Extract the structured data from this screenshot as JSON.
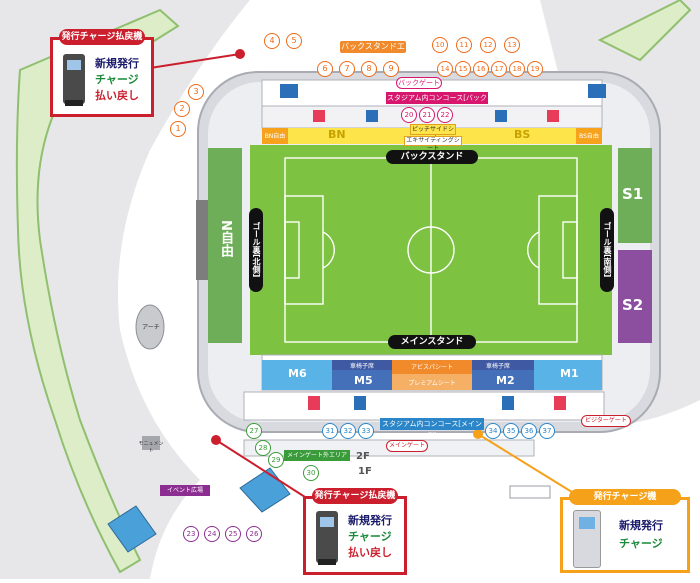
{
  "colors": {
    "orange_label": "#ee6a18",
    "green_label": "#3a9b3a",
    "blue_label": "#2a86c9",
    "magenta_label": "#d6176d",
    "red": "#cc1f2d",
    "orange_frame": "#f5a11a",
    "field": "#7dc241",
    "yellow_stand": "#fde44b",
    "green_stand": "#6fae59",
    "purple_stand": "#8c4e9f",
    "blue_stand": "#2e8fd6",
    "gray_ground": "#e7e7e9"
  },
  "kiosk_top_left": {
    "title": "発行チャージ払戻機",
    "line1": "新規発行",
    "line2": "チャージ",
    "line3": "払い戻し",
    "icon": "ticket-machine-icon"
  },
  "kiosk_bottom_center": {
    "title": "発行チャージ払戻機",
    "line1": "新規発行",
    "line2": "チャージ",
    "line3": "払い戻し",
    "icon": "ticket-machine-icon"
  },
  "kiosk_bottom_right": {
    "title": "発行チャージ機",
    "line1": "新規発行",
    "line2": "チャージ",
    "icon": "ticket-machine-icon"
  },
  "labels": {
    "back_stand_area": "バックスタンドエリア",
    "back_gate": "バックゲート",
    "concourse_back": "スタジアム内コンコース[バック側]",
    "pitch_side_seat": "ピッチサイドシート",
    "excitement_seat": "エキサイティングシート",
    "back_stand": "バックスタンド",
    "main_stand": "メインスタンド",
    "goal_north": "ゴール裏[北側]",
    "goal_south": "ゴール裏[南側]",
    "n_free": "N自由",
    "bn": "BN",
    "bs": "BS",
    "bn_free": "BN自由",
    "bs_free": "BS自由",
    "s1": "S1",
    "s2": "S2",
    "m6": "M6",
    "m5": "M5",
    "m2": "M2",
    "m1": "M1",
    "wheelchair_left": "車椅子席",
    "wheelchair_right": "車椅子席",
    "avispa_seat": "アビスパシート",
    "premium_seat": "プレミアムシート",
    "concourse_main": "スタジアム内コンコース[メイン側]",
    "visitor_gate": "ビジターゲート",
    "main_gate": "メインゲート",
    "main_gate_outside": "メインゲート外エリア",
    "floor2": "2F",
    "floor1": "1F",
    "arch": "アーチ",
    "monument": "モニュメント",
    "event_plaza": "イベント広場"
  },
  "spots": {
    "n1": "1",
    "n2": "2",
    "n3": "3",
    "n4": "4",
    "n5": "5",
    "n6": "6",
    "n7": "7",
    "n8": "8",
    "n9": "9",
    "n10": "10",
    "n11": "11",
    "n12": "12",
    "n13": "13",
    "n14": "14",
    "n15": "15",
    "n16": "16",
    "n17": "17",
    "n18": "18",
    "n19": "19",
    "n20": "20",
    "n21": "21",
    "n22": "22",
    "n23": "23",
    "n24": "24",
    "n25": "25",
    "n26": "26",
    "n27": "27",
    "n28": "28",
    "n29": "29",
    "n30": "30",
    "n31": "31",
    "n32": "32",
    "n33": "33",
    "n34": "34",
    "n35": "35",
    "n36": "36",
    "n37": "37"
  }
}
